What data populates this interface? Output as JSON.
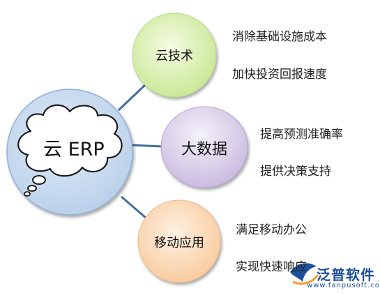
{
  "center": {
    "label": "云 ERP"
  },
  "nodes": [
    {
      "label": "云技术",
      "points": [
        "消除基础设施成本",
        "加快投资回报速度"
      ]
    },
    {
      "label": "大数据",
      "points": [
        "提高预测准确率",
        "提供决策支持"
      ]
    },
    {
      "label": "移动应用",
      "points": [
        "满足移动办公",
        "实现快速响应"
      ]
    }
  ],
  "watermark": {
    "brand": "泛普软件",
    "url": "www.fanpusoft.com"
  },
  "colors": {
    "center_fill": "#c6d9f1",
    "cloud_tech_fill": "#d8f0a8",
    "big_data_fill": "#d9cfe8",
    "mobile_fill": "#fcd5b4",
    "connector": "#3f6ea0",
    "brand": "#1c4f9c"
  }
}
